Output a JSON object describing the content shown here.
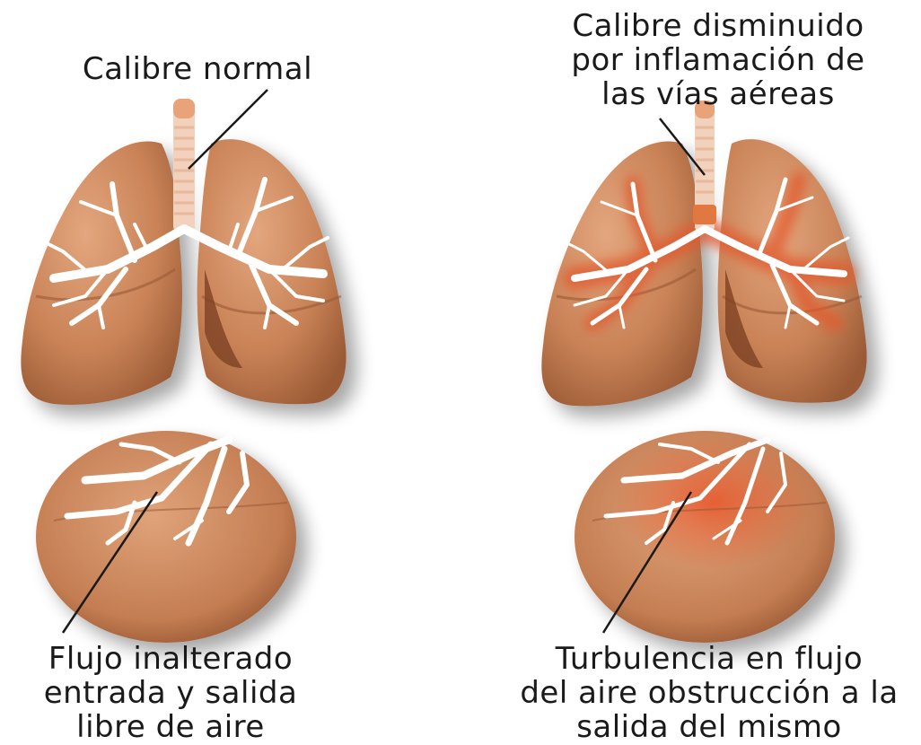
{
  "labels": {
    "normal_caliber": [
      "Calibre normal"
    ],
    "reduced_caliber": [
      "Calibre disminuido",
      "por inflamación de",
      "las vías aéreas"
    ],
    "normal_flow": [
      "Flujo inalterado",
      "entrada y salida",
      "libre de aire"
    ],
    "turbulent_flow": [
      "Turbulencia en flujo",
      "del aire obstrucción a la",
      "salida del mismo"
    ]
  },
  "colors": {
    "lung_fill": "#c98256",
    "lung_shadow": "#8f4f2c",
    "lung_highlight": "#e2a47c",
    "airway_normal": "#ffffff",
    "airway_inflamed_glow": "#e0582c",
    "leader_line": "#1a1a1a"
  },
  "panels": [
    {
      "name": "normal",
      "airway_glow": false
    },
    {
      "name": "asthmatic",
      "airway_glow": true
    }
  ]
}
